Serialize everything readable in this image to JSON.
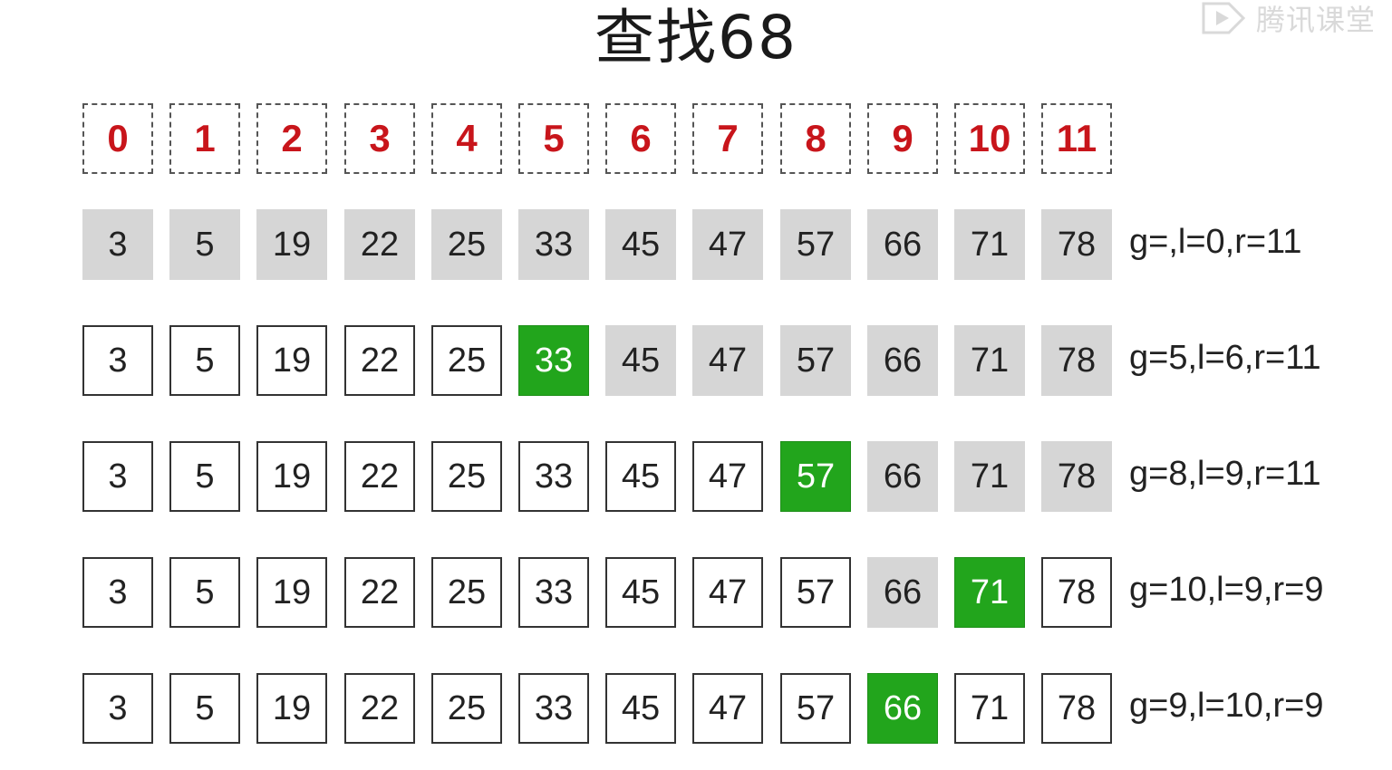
{
  "title": "查找68",
  "watermark": {
    "icon": "play-icon",
    "text": "腾讯课堂"
  },
  "indices": [
    "0",
    "1",
    "2",
    "3",
    "4",
    "5",
    "6",
    "7",
    "8",
    "9",
    "10",
    "11"
  ],
  "values": [
    "3",
    "5",
    "19",
    "22",
    "25",
    "33",
    "45",
    "47",
    "57",
    "66",
    "71",
    "78"
  ],
  "steps": [
    {
      "status": "g=,l=0,r=11",
      "states": [
        "gray",
        "gray",
        "gray",
        "gray",
        "gray",
        "gray",
        "gray",
        "gray",
        "gray",
        "gray",
        "gray",
        "gray"
      ]
    },
    {
      "status": "g=5,l=6,r=11",
      "states": [
        "white",
        "white",
        "white",
        "white",
        "white",
        "green",
        "gray",
        "gray",
        "gray",
        "gray",
        "gray",
        "gray"
      ]
    },
    {
      "status": "g=8,l=9,r=11",
      "states": [
        "white",
        "white",
        "white",
        "white",
        "white",
        "white",
        "white",
        "white",
        "green",
        "gray",
        "gray",
        "gray"
      ]
    },
    {
      "status": "g=10,l=9,r=9",
      "states": [
        "white",
        "white",
        "white",
        "white",
        "white",
        "white",
        "white",
        "white",
        "white",
        "gray",
        "green",
        "white"
      ]
    },
    {
      "status": "g=9,l=10,r=9",
      "states": [
        "white",
        "white",
        "white",
        "white",
        "white",
        "white",
        "white",
        "white",
        "white",
        "green",
        "white",
        "white"
      ]
    }
  ],
  "colors": {
    "index_text": "#c8151b",
    "highlight": "#22a51c",
    "active_range": "#d6d6d6"
  }
}
